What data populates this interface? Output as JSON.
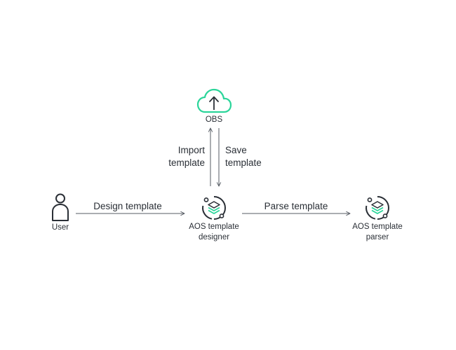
{
  "diagram": {
    "nodes": {
      "obs": {
        "label": "OBS",
        "icon": "cloud-upload-icon"
      },
      "user": {
        "label": "User",
        "icon": "user-icon"
      },
      "designer": {
        "label": "AOS template\ndesigner",
        "icon": "aos-designer-icon"
      },
      "parser": {
        "label": "AOS template\nparser",
        "icon": "aos-parser-icon"
      }
    },
    "edges": {
      "import": {
        "label": "Import\ntemplate"
      },
      "save": {
        "label": "Save\ntemplate"
      },
      "design": {
        "label": "Design template"
      },
      "parse": {
        "label": "Parse template"
      }
    },
    "colors": {
      "accent": "#2bd59a",
      "line": "#2a2f36",
      "connector": "#555b63"
    }
  }
}
